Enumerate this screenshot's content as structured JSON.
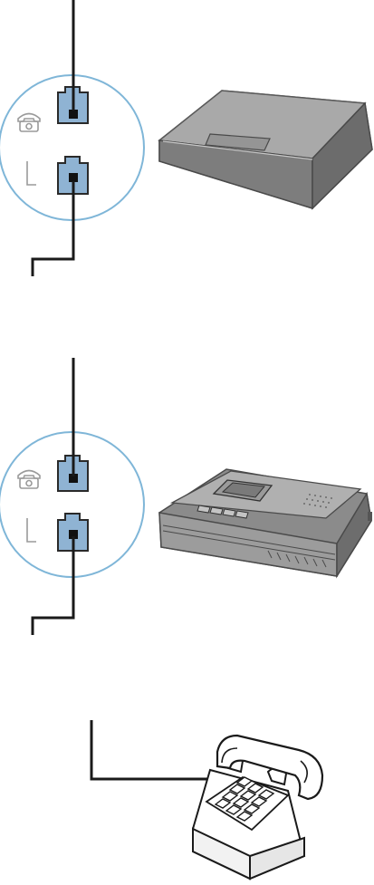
{
  "colors": {
    "background": "#ffffff",
    "wire": "#1a1a1a",
    "port_ring": "#7fb6d8",
    "port_fill": "#8fb3d3",
    "port_outline": "#2a2a2a",
    "icon_stroke": "#9a9a9a",
    "device_body": "#8b8b8b",
    "device_top": "#a9a9a9",
    "device_edge": "#5a5a5a",
    "device_highlight": "#c8c8c8"
  },
  "sections": [
    {
      "id": "modem",
      "icons": [
        "phone-port-icon",
        "line-port-icon"
      ],
      "device_icon": "desktop-modem-icon"
    },
    {
      "id": "answering-machine",
      "icons": [
        "phone-port-icon",
        "line-port-icon"
      ],
      "device_icon": "answering-machine-icon"
    },
    {
      "id": "telephone",
      "device_icon": "desk-telephone-icon"
    }
  ]
}
